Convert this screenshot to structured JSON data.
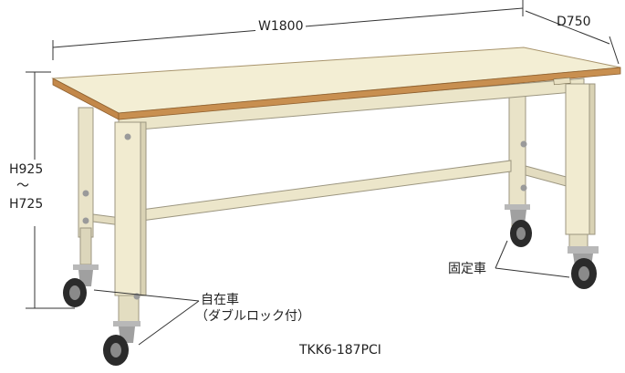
{
  "dimensions": {
    "width": "W1800",
    "depth": "D750",
    "height_max": "H925",
    "height_sep": "～",
    "height_min": "H725"
  },
  "callouts": {
    "swivel_caster_line1": "自在車",
    "swivel_caster_line2": "（ダブルロック付）",
    "fixed_caster": "固定車"
  },
  "model_number": "TKK6-187PCI",
  "colors": {
    "tabletop": "#f3eed4",
    "tabletop_edge": "#c3884a",
    "frame": "#efe9cf",
    "frame_shadow": "#d7d0b2",
    "wheel": "#2b2b2b",
    "hardware": "#9a9a9a"
  }
}
